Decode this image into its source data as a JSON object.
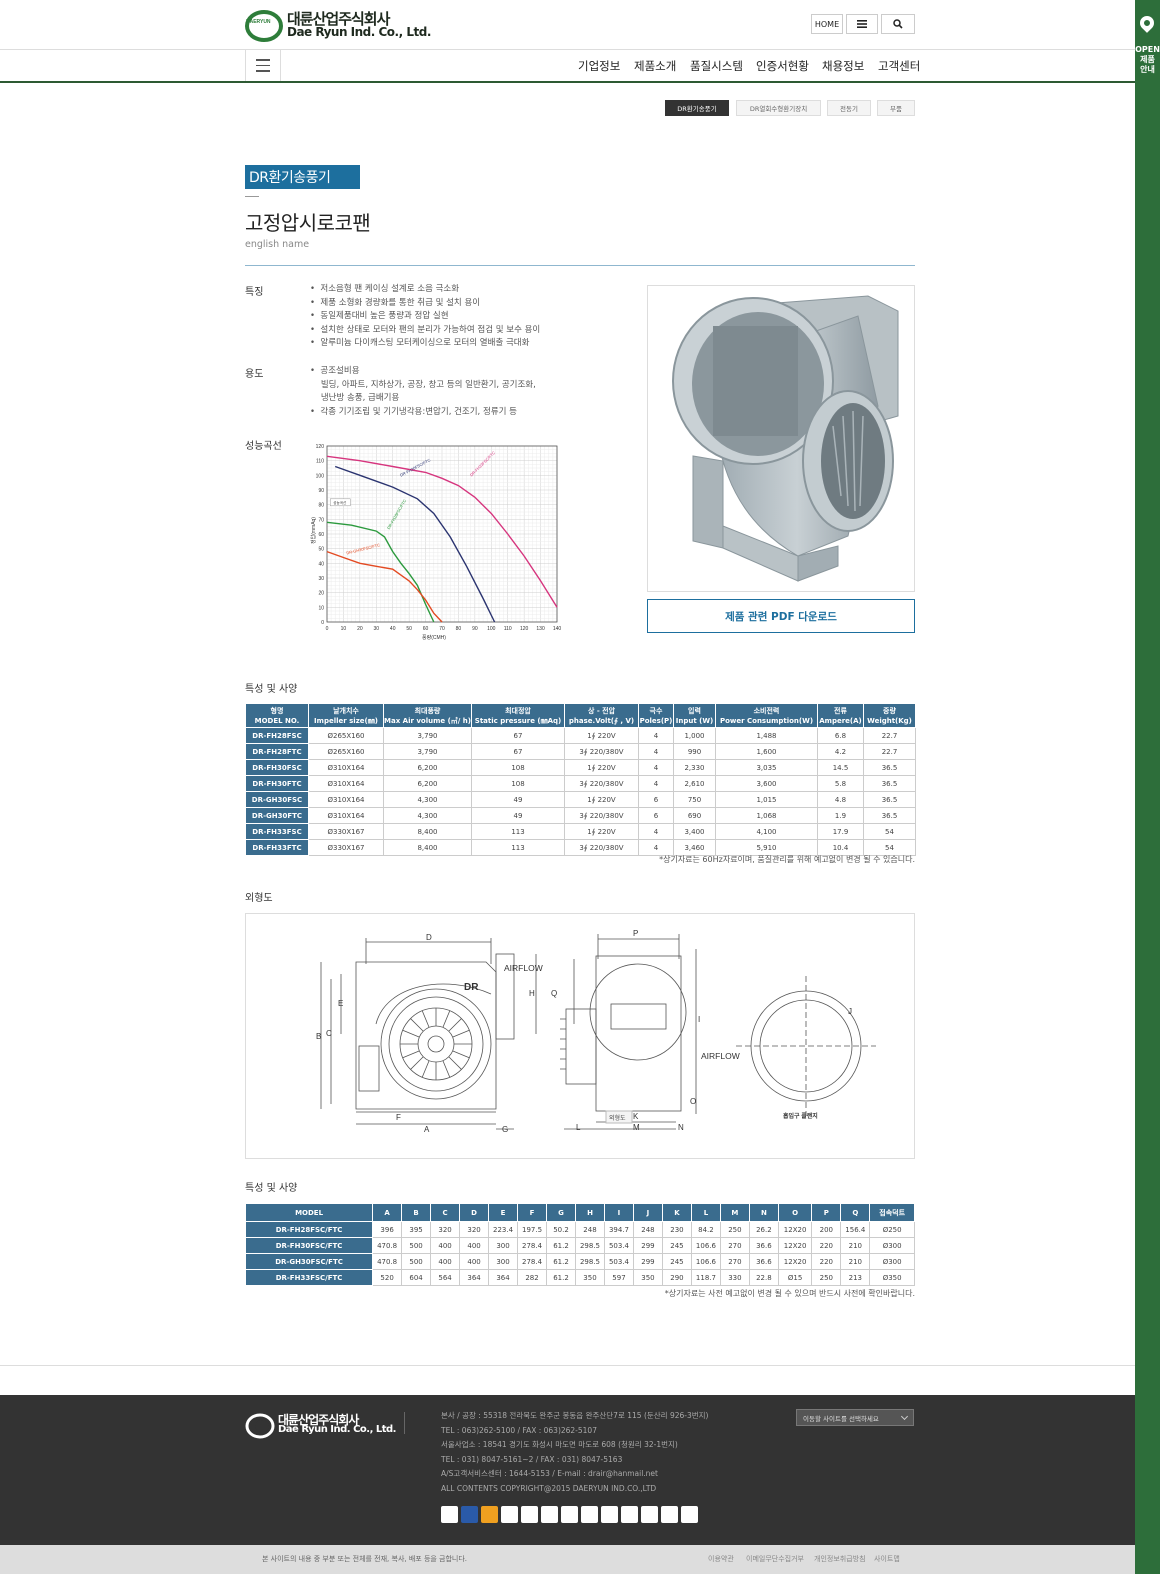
{
  "brand": {
    "name_ko": "대륜산업주식회사",
    "name_en": "Dae Ryun Ind. Co., Ltd.",
    "mark_text": "DAERYUN"
  },
  "top_buttons": {
    "home": "HOME"
  },
  "right_bar": {
    "line1": "OPEN",
    "line2": "제품",
    "line3": "안내"
  },
  "gnb": [
    "기업정보",
    "제품소개",
    "품질시스템",
    "인증서현황",
    "채용정보",
    "고객센터"
  ],
  "sub_tabs": [
    "DR환기송풍기",
    "DR열회수형환기장치",
    "전동기",
    "부품"
  ],
  "category": "DR환기송풍기",
  "product": {
    "title": "고정압시로코팬",
    "subtitle": "english name"
  },
  "features": {
    "label": "특징",
    "items": [
      "저소음형 팬 케이싱 설계로 소음 극소화",
      "제품 소형화 경량화를 통한 취급 및 설치 용이",
      "동일제품대비 높은 풍량과 정압 실현",
      "설치한 상태로 모터와 팬의 분리가 가능하여 점검 및 보수 용이",
      "알루미늄 다이캐스팅 모터케이싱으로 모터의 열배출 극대화"
    ]
  },
  "usage": {
    "label": "용도",
    "line1": "공조설비용",
    "line2": "빌딩, 아파트, 지하상가, 공장, 창고 등의 일반환기, 공기조화,",
    "line3": "냉난방 송풍, 급배기용",
    "line4": "각종 기기조립 및 기기냉각용:변압기, 건조기, 정류기 등"
  },
  "perf_label": "성능곡선",
  "pdf_button": "제품 관련 PDF 다운로드",
  "chart_data": {
    "type": "line",
    "xlabel": "풍량(CMH)",
    "ylabel": "정압(mmAq)",
    "xlim": [
      0,
      140
    ],
    "ylim": [
      0,
      120
    ],
    "xticks": [
      0,
      10,
      20,
      30,
      40,
      50,
      60,
      70,
      80,
      90,
      100,
      110,
      120,
      130,
      140
    ],
    "yticks": [
      0,
      10,
      20,
      30,
      40,
      50,
      60,
      70,
      80,
      90,
      100,
      110,
      120
    ],
    "legend_box": "성능곡선",
    "series": [
      {
        "name": "DR-FH33FSC/FTC",
        "color": "#d6357e",
        "x": [
          0,
          20,
          40,
          60,
          70,
          80,
          90,
          100,
          110,
          120,
          130,
          140
        ],
        "y": [
          113,
          110,
          106,
          102,
          98,
          93,
          85,
          74,
          60,
          45,
          28,
          10
        ]
      },
      {
        "name": "DR-FH30FSC/FTC",
        "color": "#2b3470",
        "x": [
          5,
          20,
          40,
          55,
          65,
          75,
          85,
          95,
          102
        ],
        "y": [
          106,
          100,
          92,
          84,
          74,
          58,
          38,
          16,
          0
        ]
      },
      {
        "name": "DR-FH28FSC/FTC",
        "color": "#2c9a3e",
        "x": [
          0,
          15,
          30,
          35,
          40,
          45,
          50,
          55,
          60,
          65
        ],
        "y": [
          68,
          66,
          62,
          58,
          48,
          40,
          33,
          25,
          12,
          0
        ]
      },
      {
        "name": "DR-GH30FSC/FTC",
        "color": "#e34a22",
        "x": [
          0,
          10,
          20,
          30,
          40,
          45,
          50,
          55,
          60,
          65,
          70
        ],
        "y": [
          48,
          44,
          40,
          38,
          36,
          32,
          28,
          22,
          15,
          6,
          0
        ]
      }
    ]
  },
  "spec_title": "특성 및 사양",
  "spec_table": {
    "headers_ko": [
      "형명",
      "날개치수",
      "최대풍량",
      "최대정압",
      "상 - 전압",
      "극수",
      "입력",
      "소비전력",
      "전류",
      "중량"
    ],
    "headers_en": [
      "MODEL NO.",
      "Impeller size(㎜)",
      "Max Air volume (㎥/ h)",
      "Static pressure (㎜Aq)",
      "phase.Volt(∮ , V)",
      "Poles(P)",
      "Input (W)",
      "Power Consumption(W)",
      "Ampere(A)",
      "Weight(Kg)"
    ],
    "rows": [
      [
        "DR-FH28FSC",
        "Ø265X160",
        "3,790",
        "67",
        "1∮ 220V",
        "4",
        "1,000",
        "1,488",
        "6.8",
        "22.7"
      ],
      [
        "DR-FH28FTC",
        "Ø265X160",
        "3,790",
        "67",
        "3∮ 220/380V",
        "4",
        "990",
        "1,600",
        "4.2",
        "22.7"
      ],
      [
        "DR-FH30FSC",
        "Ø310X164",
        "6,200",
        "108",
        "1∮ 220V",
        "4",
        "2,330",
        "3,035",
        "14.5",
        "36.5"
      ],
      [
        "DR-FH30FTC",
        "Ø310X164",
        "6,200",
        "108",
        "3∮ 220/380V",
        "4",
        "2,610",
        "3,600",
        "5.8",
        "36.5"
      ],
      [
        "DR-GH30FSC",
        "Ø310X164",
        "4,300",
        "49",
        "1∮ 220V",
        "6",
        "750",
        "1,015",
        "4.8",
        "36.5"
      ],
      [
        "DR-GH30FTC",
        "Ø310X164",
        "4,300",
        "49",
        "3∮ 220/380V",
        "6",
        "690",
        "1,068",
        "1.9",
        "36.5"
      ],
      [
        "DR-FH33FSC",
        "Ø330X167",
        "8,400",
        "113",
        "1∮ 220V",
        "4",
        "3,400",
        "4,100",
        "17.9",
        "54"
      ],
      [
        "DR-FH33FTC",
        "Ø330X167",
        "8,400",
        "113",
        "3∮ 220/380V",
        "4",
        "3,460",
        "5,910",
        "10.4",
        "54"
      ]
    ],
    "note": "*상기자료는 60Hz자료이며, 품질관리를 위해 예고없이 변경 될 수 있습니다."
  },
  "dim_title": "외형도",
  "drawing": {
    "airflow": "AIRFLOW",
    "flange": "흡입구 플랜지",
    "tag": "외형도",
    "dr": "DR",
    "letters": {
      "A": "A",
      "B": "B",
      "C": "C",
      "D": "D",
      "E": "E",
      "F": "F",
      "G": "G",
      "H": "H",
      "I": "I",
      "J": "J",
      "K": "K",
      "L": "L",
      "M": "M",
      "N": "N",
      "O": "O",
      "P": "P",
      "Q": "Q"
    }
  },
  "dim_spec_title": "특성 및 사양",
  "dim_table": {
    "headers": [
      "MODEL",
      "A",
      "B",
      "C",
      "D",
      "E",
      "F",
      "G",
      "H",
      "I",
      "J",
      "K",
      "L",
      "M",
      "N",
      "O",
      "P",
      "Q",
      "접속덕트"
    ],
    "rows": [
      [
        "DR-FH28FSC/FTC",
        "396",
        "395",
        "320",
        "320",
        "223.4",
        "197.5",
        "50.2",
        "248",
        "394.7",
        "248",
        "230",
        "84.2",
        "250",
        "26.2",
        "12X20",
        "200",
        "156.4",
        "Ø250"
      ],
      [
        "DR-FH30FSC/FTC",
        "470.8",
        "500",
        "400",
        "400",
        "300",
        "278.4",
        "61.2",
        "298.5",
        "503.4",
        "299",
        "245",
        "106.6",
        "270",
        "36.6",
        "12X20",
        "220",
        "210",
        "Ø300"
      ],
      [
        "DR-GH30FSC/FTC",
        "470.8",
        "500",
        "400",
        "400",
        "300",
        "278.4",
        "61.2",
        "298.5",
        "503.4",
        "299",
        "245",
        "106.6",
        "270",
        "36.6",
        "12X20",
        "220",
        "210",
        "Ø300"
      ],
      [
        "DR-FH33FSC/FTC",
        "520",
        "604",
        "564",
        "364",
        "364",
        "282",
        "61.2",
        "350",
        "597",
        "350",
        "290",
        "118.7",
        "330",
        "22.8",
        "Ø15",
        "250",
        "213",
        "Ø350"
      ]
    ],
    "note": "*상기자료는 사전 예고없이 변경 될 수 있으며 반드시 사전에 확인바랍니다."
  },
  "footer": {
    "addr1": "본사 / 공장 : 55318 전라북도 완주군 봉동읍 완주산단7로 115 (둔산리 926-3번지)",
    "tel1": "TEL : 063)262-5100 / FAX : 063)262-5107",
    "addr2": "서울사업소 : 18541 경기도 화성시 마도면 마도로 608 (청원리 32-1번지)",
    "tel2": "TEL : 031) 8047-5161~2 / FAX : 031) 8047-5163",
    "as": "A/S고객서비스센터 : 1644-5153 / E-mail : drair@hanmail.net",
    "copyright": "ALL CONTENTS COPYRIGHT@2015 DAERYUN IND.CO.,LTD",
    "site_select": "이동할 사이트를 선택하세요",
    "bottom_note": "본 사이트의 내용 중 부분 또는 전체를 전재, 복사, 배포 등을 금합니다.",
    "links": [
      "이용약관",
      "이메일무단수집거부",
      "개인정보취급방침",
      "사이트맵"
    ]
  }
}
